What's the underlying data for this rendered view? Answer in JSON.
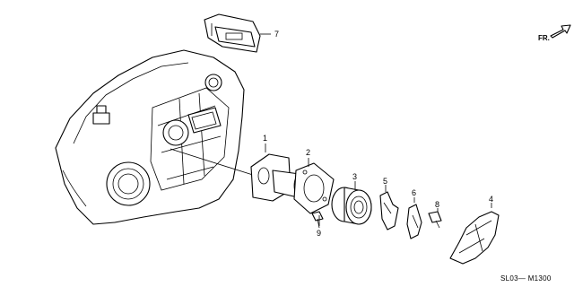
{
  "callouts": {
    "c1": "1",
    "c2": "2",
    "c3": "3",
    "c4": "4",
    "c5": "5",
    "c6": "6",
    "c7": "7",
    "c8": "8",
    "c9": "9"
  },
  "direction_label": "FR.",
  "diagram_code": "SL03— M1300"
}
